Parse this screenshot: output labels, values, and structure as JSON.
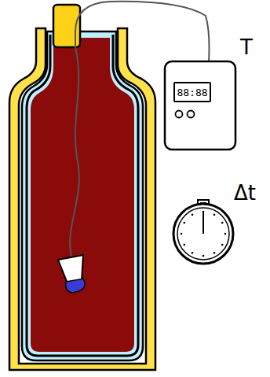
{
  "diagram": {
    "nodes": [
      {
        "text": [
          "88:88"
        ]
      }
    ],
    "labels": [
      "T",
      "Δt"
    ]
  }
}
